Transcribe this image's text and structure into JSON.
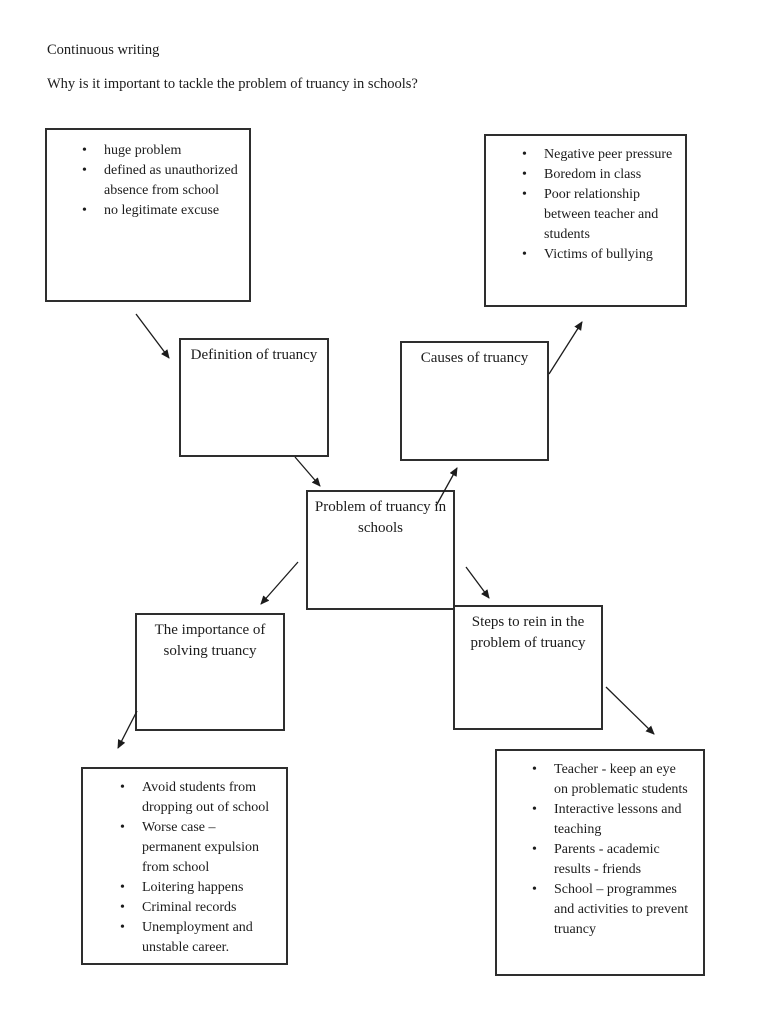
{
  "page": {
    "title": "Continuous writing",
    "question": "Why is it important to tackle the problem of truancy in schools?"
  },
  "diagram": {
    "nodes": {
      "problem": {
        "label": "Problem of truancy in schools"
      },
      "definition": {
        "label": "Definition of truancy"
      },
      "causes": {
        "label": "Causes of truancy"
      },
      "importance": {
        "label": "The importance of solving truancy"
      },
      "steps": {
        "label": "Steps to rein in the problem of truancy"
      }
    },
    "notes": {
      "definition": {
        "items": [
          "huge problem",
          "defined as unauthorized absence from school",
          "no legitimate excuse"
        ]
      },
      "causes": {
        "items": [
          "Negative peer pressure",
          "Boredom in class",
          "Poor relationship between teacher and students",
          "Victims of bullying"
        ]
      },
      "importance": {
        "items": [
          "Avoid students from dropping out of school",
          "Worse case – permanent expulsion from school",
          "Loitering happens",
          "Criminal records",
          "Unemployment and unstable career."
        ]
      },
      "steps": {
        "items": [
          "Teacher - keep an eye on problematic students",
          "Interactive lessons and teaching",
          "Parents - academic results - friends",
          "School – programmes and activities to prevent truancy"
        ]
      }
    },
    "connections": [
      {
        "from": "definition-notes",
        "to": "definition-box"
      },
      {
        "from": "causes-box",
        "to": "causes-notes"
      },
      {
        "from": "definition-box",
        "to": "problem-box"
      },
      {
        "from": "problem-box",
        "to": "causes-box"
      },
      {
        "from": "problem-box",
        "to": "importance-box"
      },
      {
        "from": "problem-box",
        "to": "steps-box"
      },
      {
        "from": "importance-box",
        "to": "importance-notes"
      },
      {
        "from": "steps-box",
        "to": "steps-notes"
      }
    ],
    "colors": {
      "ink": "#1c1c1c",
      "paper": "#ffffff"
    }
  }
}
